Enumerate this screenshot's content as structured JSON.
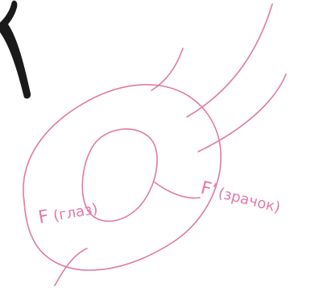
{
  "colors": {
    "accent": "#e07aa6",
    "dark_shape": "#1a1a1a",
    "background": "#ffffff"
  },
  "labels": {
    "pupil": {
      "symbol": "F’",
      "text": "(зрачок)"
    },
    "eye": {
      "symbol": "F",
      "text": "(глаз)"
    }
  }
}
